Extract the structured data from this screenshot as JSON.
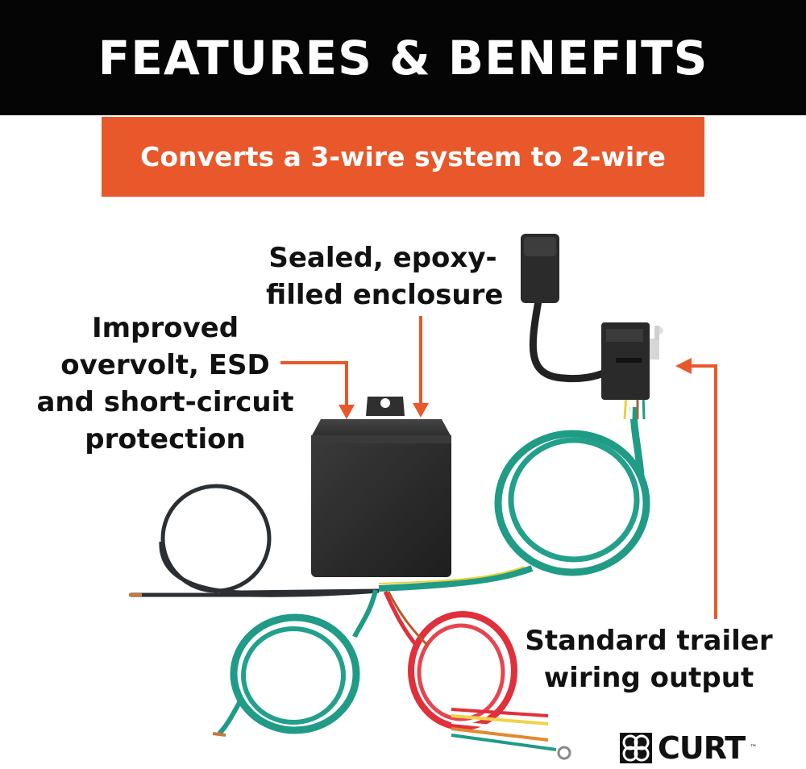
{
  "header": {
    "title": "FEATURES & BENEFITS"
  },
  "banner": {
    "text": "Converts a 3-wire system to 2-wire"
  },
  "callouts": {
    "sealed": {
      "lines": [
        "Sealed, epoxy-",
        "filled enclosure"
      ]
    },
    "improved": {
      "lines": [
        "Improved",
        "overvolt, ESD",
        "and short-circuit",
        "protection"
      ]
    },
    "standard": {
      "lines": [
        "Standard trailer",
        "wiring output"
      ]
    }
  },
  "brand": {
    "name": "CURT",
    "mark": "™"
  },
  "colors": {
    "header_bg": "#050505",
    "banner_bg": "#e8582a",
    "arrow": "#e8582a",
    "module": "#2b2b2b",
    "wire_green": "#1f9b86",
    "wire_red": "#e0303c",
    "wire_black": "#2a2f33"
  },
  "icons": [
    "curt-logo-icon",
    "orange-arrow-icon"
  ]
}
